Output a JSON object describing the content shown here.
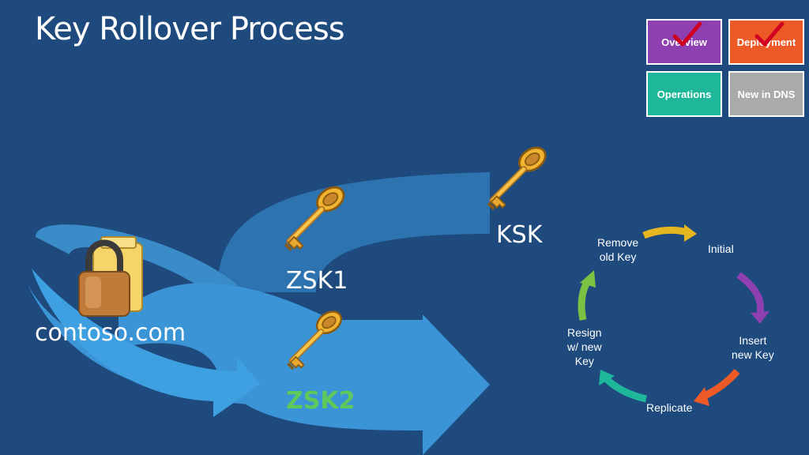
{
  "title": "Key Rollover Process",
  "nav_tiles": [
    {
      "label": "Overview",
      "color": "#8e3fb0",
      "checked": true
    },
    {
      "label": "Deployment",
      "color": "#ee5a27",
      "checked": true
    },
    {
      "label": "Operations",
      "color": "#1fb79a",
      "checked": false
    },
    {
      "label": "New in DNS",
      "color": "#aaaaaa",
      "checked": false
    }
  ],
  "diagram": {
    "zone": "contoso.com",
    "keys": {
      "ksk": "KSK",
      "zsk1": "ZSK1",
      "zsk2": "ZSK2"
    },
    "zsk2_color": "#5fc85a"
  },
  "cycle": {
    "steps": [
      "Initial",
      "Insert new Key",
      "Replicate",
      "Resign w/ new Key",
      "Remove old Key"
    ],
    "step_lines": {
      "initial": [
        "Initial"
      ],
      "insert": [
        "Insert",
        "new Key"
      ],
      "replicate": [
        "Replicate"
      ],
      "resign": [
        "Resign",
        "w/ new",
        "Key"
      ],
      "remove": [
        "Remove",
        "old Key"
      ]
    },
    "arrow_colors": [
      "#8e3fb0",
      "#ee5a27",
      "#1fb79a",
      "#7dc142",
      "#e5b61f"
    ]
  }
}
